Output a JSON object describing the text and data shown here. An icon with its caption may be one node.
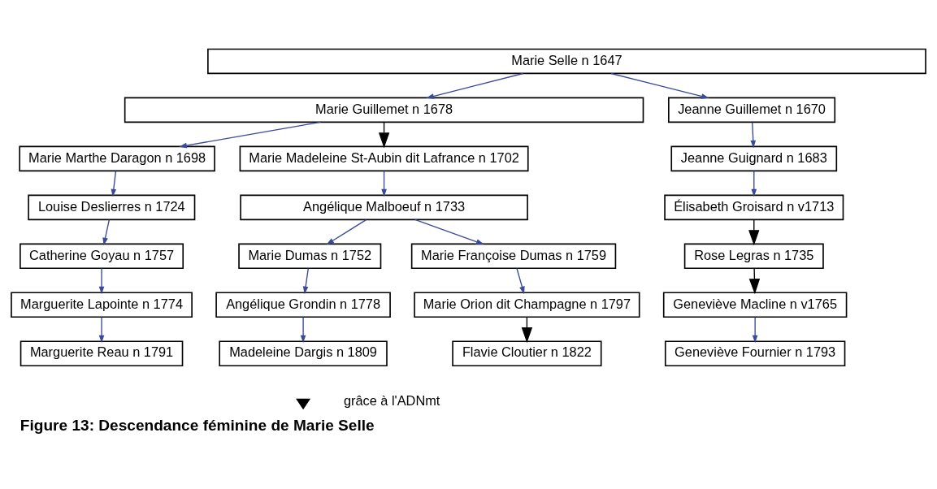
{
  "diagram": {
    "caption": "Figure 13: Descendance féminine de Marie Selle",
    "nodes": [
      {
        "text": [
          "Marie Selle n 1647"
        ]
      },
      {
        "text": [
          "Marie Guillemet n 1678"
        ]
      },
      {
        "text": [
          "Jeanne Guillemet n 1670"
        ]
      },
      {
        "text": [
          "Marie Marthe Daragon n 1698"
        ]
      },
      {
        "text": [
          "Marie Madeleine St-Aubin dit Lafrance n 1702"
        ]
      },
      {
        "text": [
          "Jeanne Guignard n 1683"
        ]
      },
      {
        "text": [
          "Louise Deslierres n 1724"
        ]
      },
      {
        "text": [
          "Angélique Malboeuf n 1733"
        ]
      },
      {
        "text": [
          "Élisabeth Groisard n v1713"
        ]
      },
      {
        "text": [
          "Catherine Goyau n 1757"
        ]
      },
      {
        "text": [
          "Marie Dumas n 1752"
        ]
      },
      {
        "text": [
          "Marie Françoise Dumas n 1759"
        ]
      },
      {
        "text": [
          "Rose Legras n 1735"
        ]
      },
      {
        "text": [
          "Marguerite Lapointe n 1774"
        ]
      },
      {
        "text": [
          "Angélique Grondin n 1778"
        ]
      },
      {
        "text": [
          "Marie Orion dit Champagne n 1797"
        ]
      },
      {
        "text": [
          "Geneviève Macline n v1765"
        ]
      },
      {
        "text": [
          "Marguerite Reau n 1791"
        ]
      },
      {
        "text": [
          "Madeleine Dargis n 1809"
        ]
      },
      {
        "text": [
          "Flavie Cloutier n 1822"
        ]
      },
      {
        "text": [
          "Geneviève Fournier n 1793"
        ]
      }
    ],
    "edges": [
      {
        "from": 0,
        "to": 1,
        "arrow": "to"
      },
      {
        "from": 0,
        "to": 2,
        "arrow": "to"
      },
      {
        "from": 1,
        "to": 3,
        "arrow": "to"
      },
      {
        "from": 1,
        "to": 4,
        "arrow": "to",
        "color": "#000000"
      },
      {
        "from": 2,
        "to": 5,
        "arrow": "to"
      },
      {
        "from": 3,
        "to": 6,
        "arrow": "to"
      },
      {
        "from": 4,
        "to": 7,
        "arrow": "to"
      },
      {
        "from": 5,
        "to": 8,
        "arrow": "to"
      },
      {
        "from": 6,
        "to": 9,
        "arrow": "to"
      },
      {
        "from": 7,
        "to": 10,
        "arrow": "to"
      },
      {
        "from": 7,
        "to": 11,
        "arrow": "to"
      },
      {
        "from": 8,
        "to": 12,
        "arrow": "to",
        "color": "#000000"
      },
      {
        "from": 9,
        "to": 13,
        "arrow": "to"
      },
      {
        "from": 10,
        "to": 14,
        "arrow": "to"
      },
      {
        "from": 11,
        "to": 15,
        "arrow": "to"
      },
      {
        "from": 12,
        "to": 16,
        "arrow": "to",
        "color": "#000000"
      },
      {
        "from": 13,
        "to": 17,
        "arrow": "to"
      },
      {
        "from": 14,
        "to": 18,
        "arrow": "to"
      },
      {
        "from": 15,
        "to": 19,
        "arrow": "to",
        "color": "#000000"
      },
      {
        "from": 16,
        "to": 20,
        "arrow": "to"
      }
    ],
    "legend": [
      {
        "text": "grâce à l'ADNmt"
      }
    ]
  }
}
